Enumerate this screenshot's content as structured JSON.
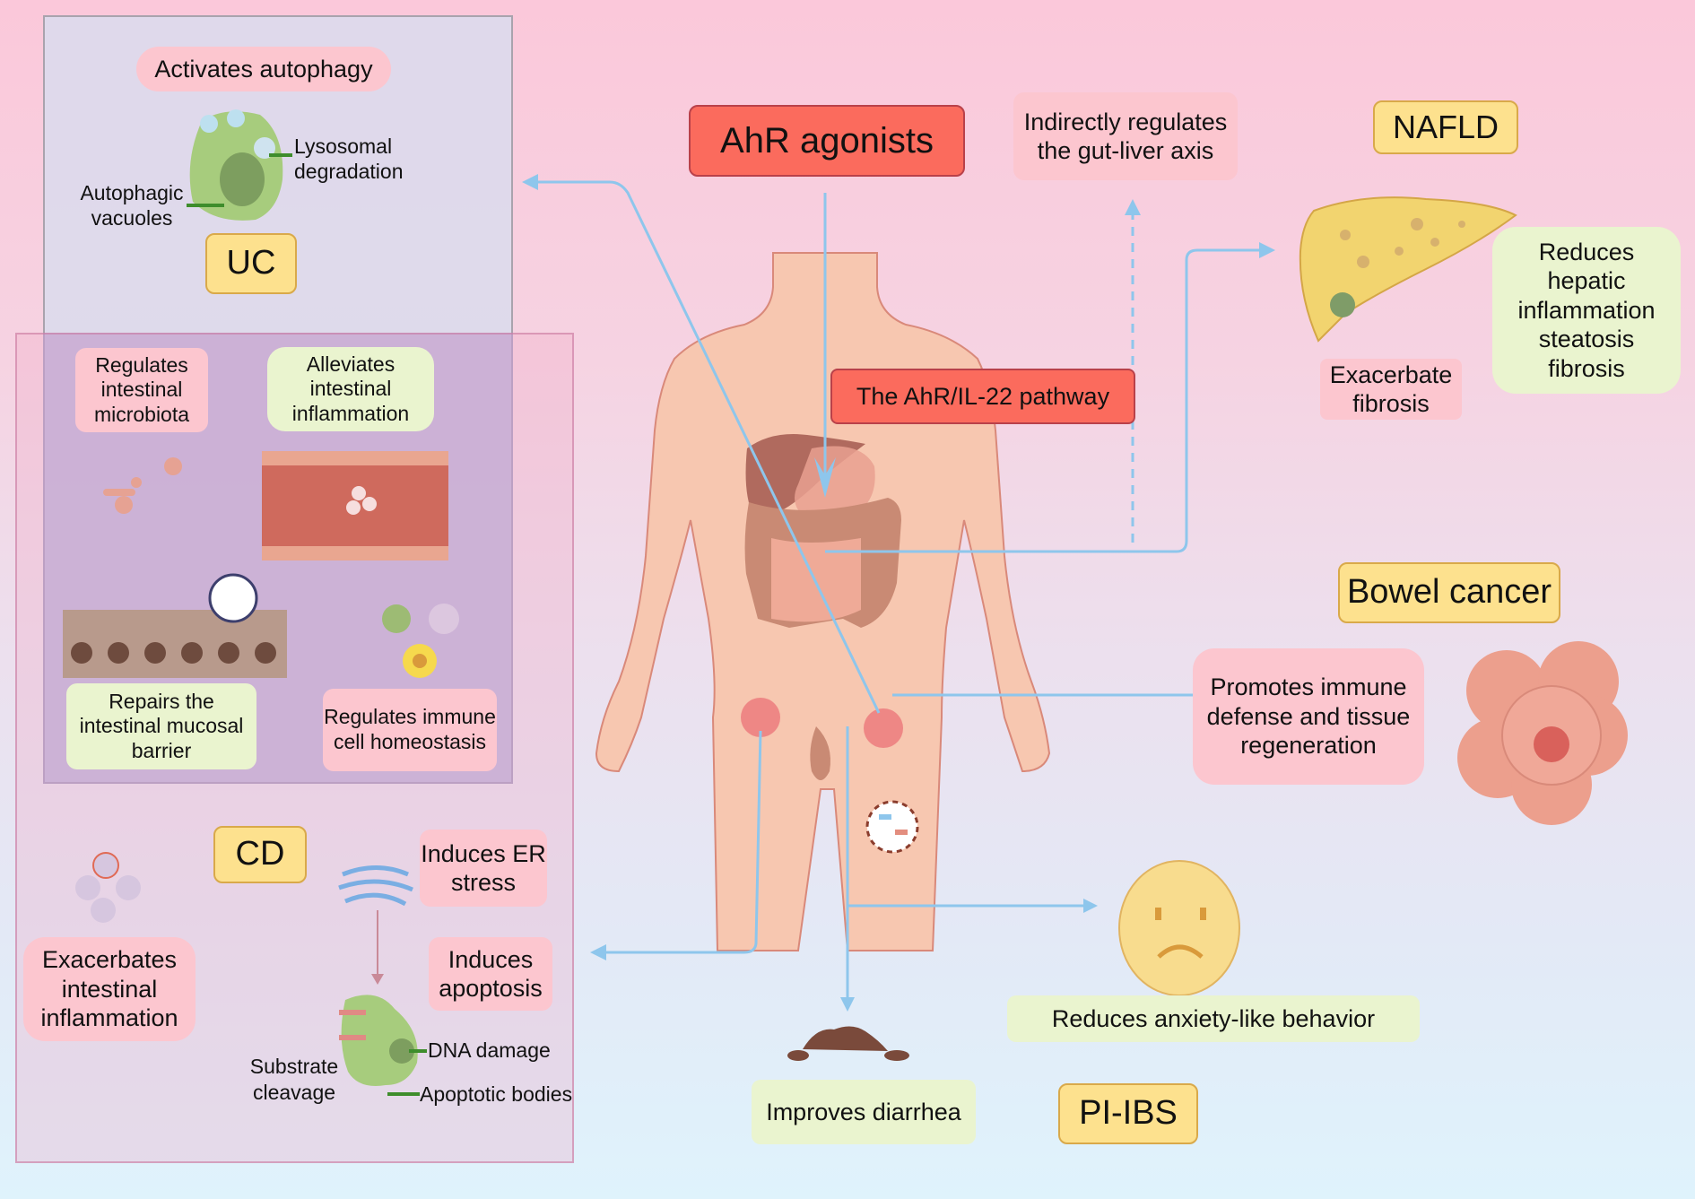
{
  "center": {
    "title": "AhR agonists",
    "pathway": "The AhR/IL-22 pathway",
    "gut_liver": "Indirectly regulates the gut-liver axis"
  },
  "uc": {
    "label": "UC",
    "autophagy": "Activates autophagy",
    "lysosomal": "Lysosomal degradation",
    "vacuoles": "Autophagic vacuoles",
    "microbiota": "Regulates intestinal microbiota",
    "alleviates": "Alleviates intestinal inflammation",
    "barrier": "Repairs the intestinal mucosal barrier",
    "immune": "Regulates immune cell homeostasis"
  },
  "cd": {
    "label": "CD",
    "er_stress": "Induces ER stress",
    "apoptosis": "Induces apoptosis",
    "exacerbates": "Exacerbates intestinal inflammation",
    "substrate": "Substrate cleavage",
    "dna": "DNA damage",
    "bodies": "Apoptotic bodies"
  },
  "nafld": {
    "label": "NAFLD",
    "exacerbate": "Exacerbate fibrosis",
    "reduces": "Reduces hepatic inflammation steatosis fibrosis"
  },
  "bowel": {
    "label": "Bowel cancer",
    "promotes": "Promotes immune defense and tissue regeneration"
  },
  "ibs": {
    "label": "PI-IBS",
    "anxiety": "Reduces anxiety-like behavior",
    "diarrhea": "Improves diarrhea"
  },
  "colors": {
    "arrow": "#8ec6ec",
    "red_box": "#fb6b5d",
    "yellow_box": "#fde18e",
    "pink_box": "#fcc6cf",
    "green_box": "#eaf4cf"
  }
}
